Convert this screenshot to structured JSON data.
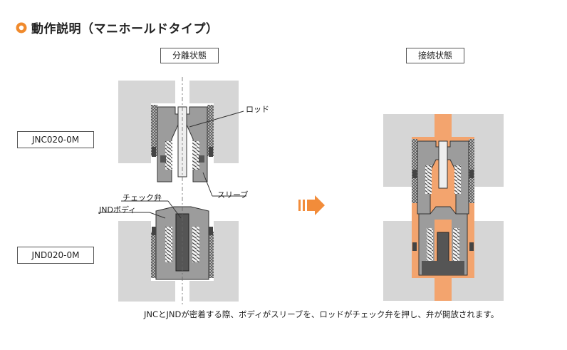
{
  "heading": {
    "title": "動作説明（マニホールドタイプ）",
    "icon": "orange-circle-icon",
    "accent": "#f08a2c"
  },
  "states": {
    "separated": "分離状態",
    "connected": "接続状態"
  },
  "models": {
    "jnc": "JNC020-0M",
    "jnd": "JND020-0M"
  },
  "callouts": {
    "rod": "ロッド",
    "sleeve": "スリーブ",
    "check_valve": "チェック弁",
    "jnd_body": "JNDボディ"
  },
  "caption": "JNCとJNDが密着する際、ボディがスリーブを、ロッドがチェック弁を押し、弁が開放されます。",
  "colors": {
    "manifold": "#d6d6d6",
    "body": "#9c9c9c",
    "dark_part": "#555555",
    "flow": "#f3a46e",
    "arrow": "#f28c3a"
  }
}
